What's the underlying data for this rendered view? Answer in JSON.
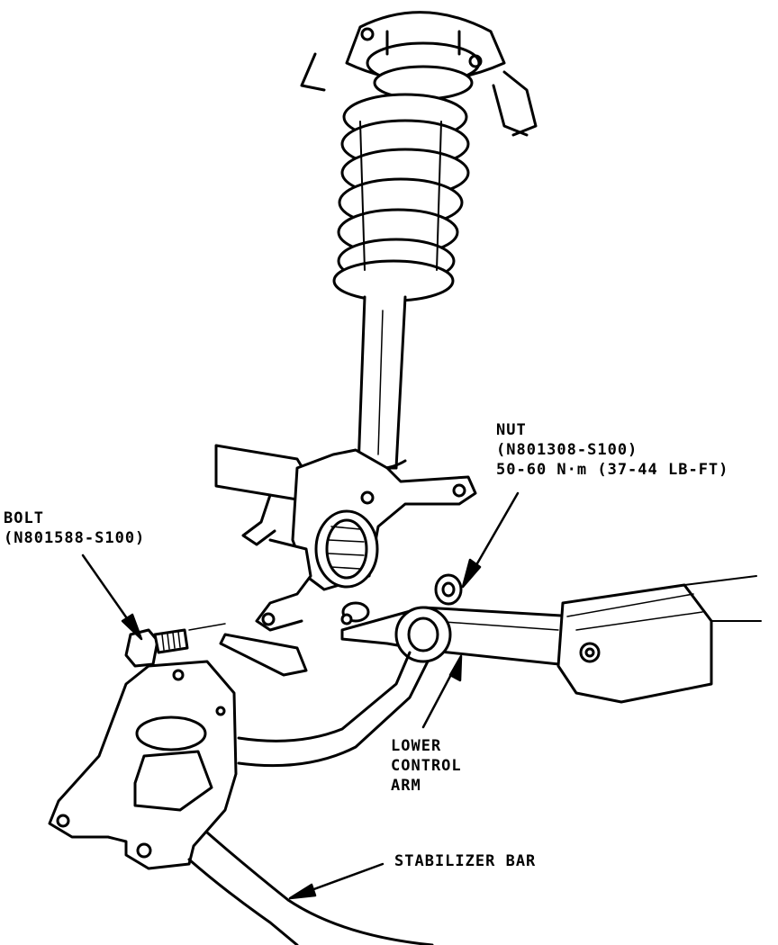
{
  "colors": {
    "ink": "#000000",
    "paper": "#ffffff"
  },
  "callouts": {
    "nut": {
      "name": "NUT",
      "part_number": "(N801308-S100)",
      "torque": "50-60 N·m (37-44 LB-FT)"
    },
    "bolt": {
      "name": "BOLT",
      "part_number": "(N801588-S100)"
    },
    "lower_control_arm": {
      "line1": "LOWER",
      "line2": "CONTROL",
      "line3": "ARM"
    },
    "stabilizer_bar": {
      "name": "STABILIZER BAR"
    }
  }
}
